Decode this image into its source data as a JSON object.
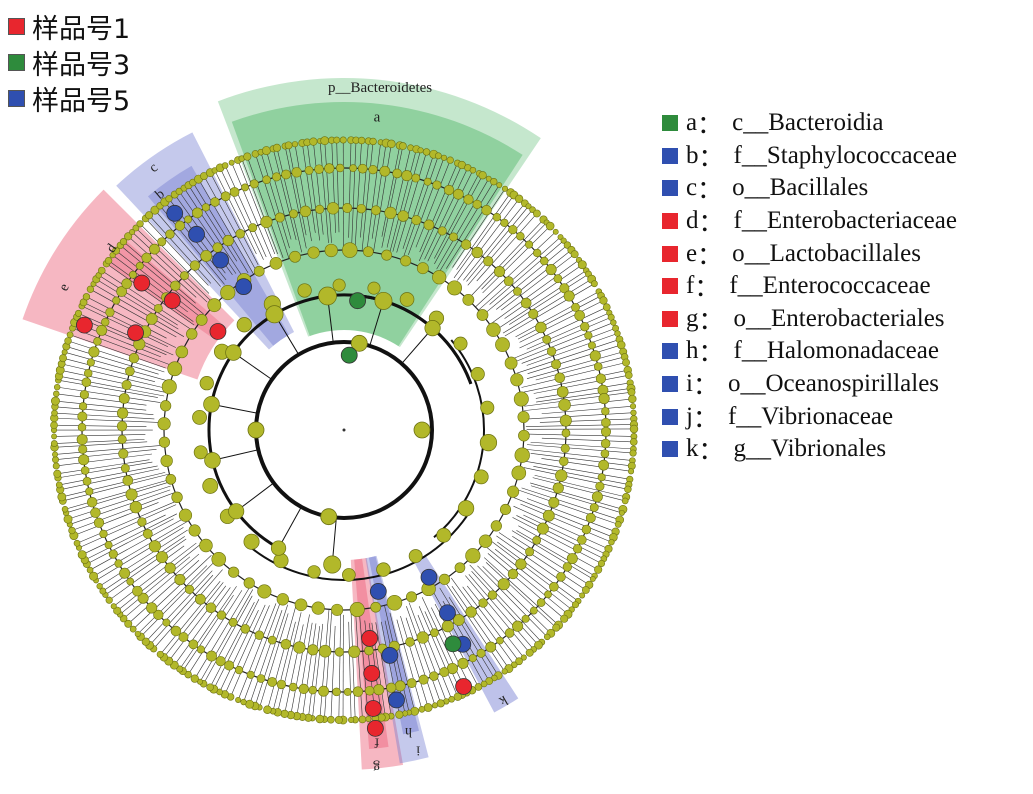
{
  "colors": {
    "group1": "#e8262e",
    "group3": "#2e8b3c",
    "group5": "#2f4fb0",
    "node": "#b2b82a",
    "node_stroke": "#6b7012",
    "shade_green": "#2ea84a",
    "shade_red": "#ee6f86",
    "shade_blue": "#6f78d0"
  },
  "group_legend": [
    {
      "label": "样品号1",
      "color_key": "group1"
    },
    {
      "label": "样品号3",
      "color_key": "group3"
    },
    {
      "label": "样品号5",
      "color_key": "group5"
    }
  ],
  "clade_key": [
    {
      "letter": "a",
      "sep": "：",
      "text": "c__Bacteroidia",
      "color_key": "group3"
    },
    {
      "letter": "b",
      "sep": "：",
      "text": "f__Staphylococcaceae",
      "color_key": "group5"
    },
    {
      "letter": "c",
      "sep": "：",
      "text": "o__Bacillales",
      "color_key": "group5"
    },
    {
      "letter": "d",
      "sep": "：",
      "text": "f__Enterobacteriaceae",
      "color_key": "group1"
    },
    {
      "letter": "e",
      "sep": "：",
      "text": "o__Lactobacillales",
      "color_key": "group1"
    },
    {
      "letter": "f",
      "sep": "：",
      "text": "f__Enterococcaceae",
      "color_key": "group1"
    },
    {
      "letter": "g",
      "sep": "：",
      "text": "o__Enterobacteriales",
      "color_key": "group1"
    },
    {
      "letter": "h",
      "sep": "：",
      "text": "f__Halomonadaceae",
      "color_key": "group5"
    },
    {
      "letter": "i",
      "sep": "：",
      "text": "o__Oceanospirillales",
      "color_key": "group5"
    },
    {
      "letter": "j",
      "sep": "：",
      "text": "f__Vibrionaceae",
      "color_key": "group5"
    },
    {
      "letter": "k",
      "sep": "：",
      "text": "g__Vibrionales",
      "color_key": "group5"
    }
  ],
  "phylum_label": "p__Bacteroidetes",
  "sector_labels": {
    "a": "a",
    "b": "b",
    "c": "c",
    "d": "d",
    "e": "e",
    "f": "f",
    "g": "g",
    "h": "h",
    "i": "i",
    "k": "k"
  }
}
